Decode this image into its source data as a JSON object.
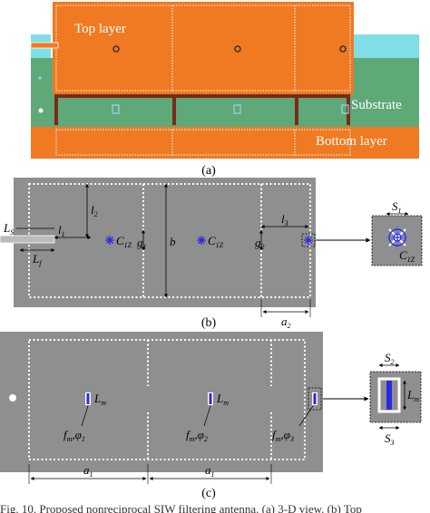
{
  "panel_a": {
    "caption": "(a)",
    "label_top": "Top layer",
    "label_substrate": "Substrate",
    "label_bottom": "Bottom layer"
  },
  "panel_b": {
    "caption": "(b)",
    "Ls": "L",
    "Ls_sub": "S",
    "Lf": "L",
    "Lf_sub": "f",
    "l1": "l",
    "l1_sub": "1",
    "l2": "l",
    "l2_sub": "2",
    "l3": "l",
    "l3_sub": "3",
    "g1": "g",
    "g1_sub": "1",
    "g2": "g",
    "g2_sub": "2",
    "b": "b",
    "a2": "a",
    "a2_sub": "2",
    "S1": "S",
    "S1_sub": "1",
    "C1": "C",
    "C1_sub": "1Z",
    "C2": "C",
    "C2_sub": "1Z",
    "C3": "C",
    "C3_sub": "1Z"
  },
  "panel_c": {
    "caption": "(c)",
    "Lm1": "L",
    "Lm1_sub": "m",
    "Lm2": "L",
    "Lm2_sub": "m",
    "Lm3": "L",
    "Lm3_sub": "m",
    "f1": "f",
    "f1_sub": "m",
    "p1": "φ",
    "p1_sub": "1",
    "f2": "f",
    "f2_sub": "m",
    "p2": "φ",
    "p2_sub": "2",
    "f3": "f",
    "f3_sub": "m",
    "p3": "φ",
    "p3_sub": "3",
    "a1_left": "a",
    "a1_left_sub": "1",
    "a1_right": "a",
    "a1_right_sub": "1",
    "S2": "S",
    "S2_sub": "2",
    "S3": "S",
    "S3_sub": "3"
  },
  "figure_caption": "Fig. 10.   Proposed nonreciprocal SIW filtering antenna. (a) 3-D view. (b) Top",
  "colors": {
    "copper": "#F07A22",
    "substrate": "#5FA878",
    "grey": "#8F8F8F",
    "blue": "#2A2AE0",
    "cyan": "#80DEE6"
  }
}
